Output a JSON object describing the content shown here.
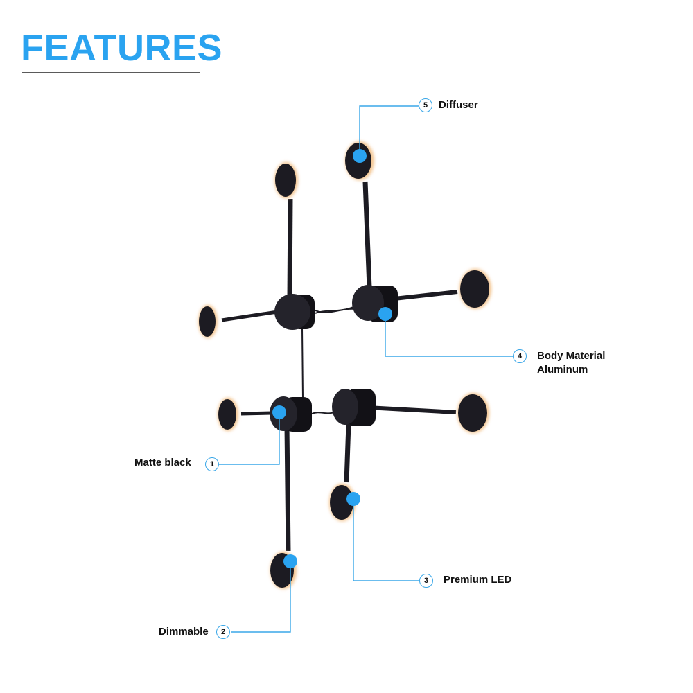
{
  "header": {
    "title": "FEATURES"
  },
  "colors": {
    "accent": "#2aa3f0",
    "callout_line": "#3aa7e8",
    "fixture": "#1c1b22",
    "glow": "#f3c48f"
  },
  "callouts": [
    {
      "number": "1",
      "label": "Matte black"
    },
    {
      "number": "2",
      "label": "Dimmable"
    },
    {
      "number": "3",
      "label": "Premium LED"
    },
    {
      "number": "4",
      "label_line1": "Body Material",
      "label_line2": "Aluminum"
    },
    {
      "number": "5",
      "label": "Diffuser"
    }
  ]
}
